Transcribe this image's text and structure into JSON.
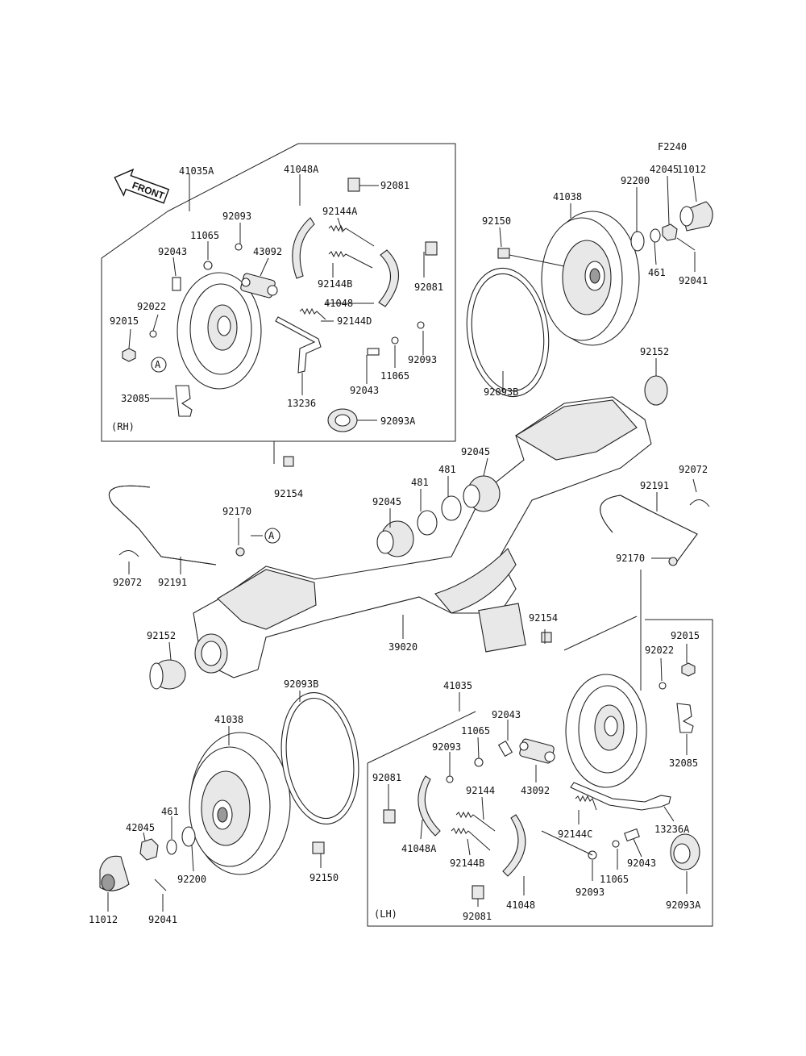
{
  "figure_code": "F2240",
  "front_label": "FRONT",
  "rh_label": "(RH)",
  "lh_label": "(LH)",
  "ref_mark": "A",
  "labels": {
    "rh_41035A": "41035A",
    "rh_41048A": "41048A",
    "rh_92081a": "92081",
    "rh_92144A": "92144A",
    "rh_92093a": "92093",
    "rh_11065a": "11065",
    "rh_92043a": "92043",
    "rh_43092": "43092",
    "rh_92144B": "92144B",
    "rh_92081b": "92081",
    "rh_41048": "41048",
    "rh_92022": "92022",
    "rh_92015": "92015",
    "rh_92144D": "92144D",
    "rh_92093b": "92093",
    "rh_11065b": "11065",
    "rh_92043b": "92043",
    "rh_13236": "13236",
    "rh_32085": "32085",
    "rh_92093A": "92093A",
    "tr_41038": "41038",
    "tr_92150": "92150",
    "tr_92200": "92200",
    "tr_42045": "42045",
    "tr_11012": "11012",
    "tr_461": "461",
    "tr_92041": "92041",
    "tr_92093B": "92093B",
    "tr_92152": "92152",
    "ax_92154a": "92154",
    "ax_92045a": "92045",
    "ax_481a": "481",
    "ax_481b": "481",
    "ax_92045b": "92045",
    "ax_92170a": "92170",
    "ax_92191a": "92191",
    "ax_92072a": "92072",
    "ax_92072b": "92072",
    "ax_92191b": "92191",
    "ax_92170b": "92170",
    "ax_92152": "92152",
    "ax_39020": "39020",
    "ax_92154b": "92154",
    "bl_92093B": "92093B",
    "bl_41038": "41038",
    "bl_461": "461",
    "bl_42045": "42045",
    "bl_92200": "92200",
    "bl_92150": "92150",
    "bl_11012": "11012",
    "bl_92041": "92041",
    "lh_41035": "41035",
    "lh_92043a": "92043",
    "lh_11065a": "11065",
    "lh_92093a": "92093",
    "lh_92081a": "92081",
    "lh_43092": "43092",
    "lh_92144": "92144",
    "lh_92144C": "92144C",
    "lh_41048A": "41048A",
    "lh_92144B": "92144B",
    "lh_92043b": "92043",
    "lh_11065b": "11065",
    "lh_92093b": "92093",
    "lh_92081b": "92081",
    "lh_41048": "41048",
    "lh_13236A": "13236A",
    "lh_92015": "92015",
    "lh_92022": "92022",
    "lh_32085": "32085",
    "lh_92093A": "92093A"
  }
}
